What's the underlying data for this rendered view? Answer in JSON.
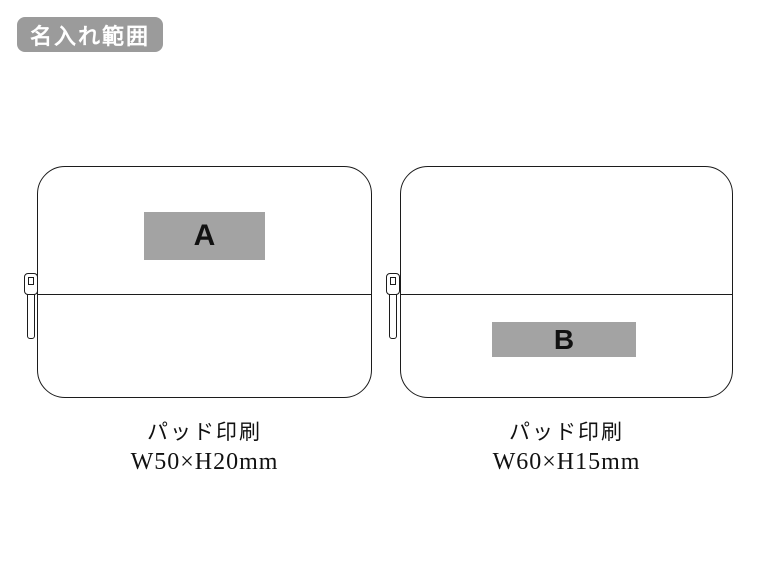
{
  "header": {
    "badge_label": "名入れ範囲"
  },
  "figures": [
    {
      "area_label": "A",
      "caption_method": "パッド印刷",
      "caption_size": "W50×H20mm"
    },
    {
      "area_label": "B",
      "caption_method": "パッド印刷",
      "caption_size": "W60×H15mm"
    }
  ],
  "colors": {
    "badge_bg": "#9b9b9b",
    "badge_text": "#ffffff",
    "outline": "#1c1c1c",
    "print_area_fill": "#a3a3a3",
    "text": "#111111"
  }
}
